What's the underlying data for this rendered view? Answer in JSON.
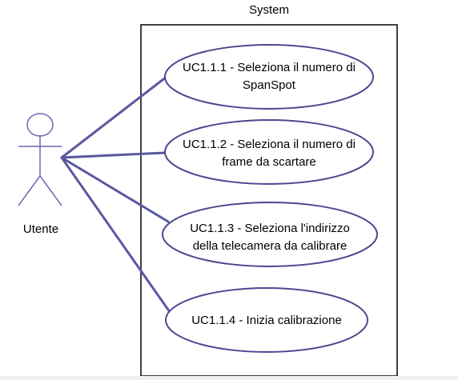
{
  "system": {
    "label": "System"
  },
  "actor": {
    "label": "Utente"
  },
  "use_cases": [
    {
      "line1": "UC1.1.1 - Seleziona il numero di",
      "line2": "SpanSpot"
    },
    {
      "line1": "UC1.1.2 - Seleziona il numero di",
      "line2": "frame da scartare"
    },
    {
      "line1": "UC1.1.3 - Seleziona l'indirizzo",
      "line2": "della telecamera da calibrare"
    },
    {
      "line1": "UC1.1.4 - Inizia calibrazione",
      "line2": ""
    }
  ],
  "colors": {
    "association_line": "#5a58a0",
    "ellipse_stroke": "#4a4890",
    "actor_stroke": "#6a68b0",
    "boundary_stroke": "#000000"
  }
}
